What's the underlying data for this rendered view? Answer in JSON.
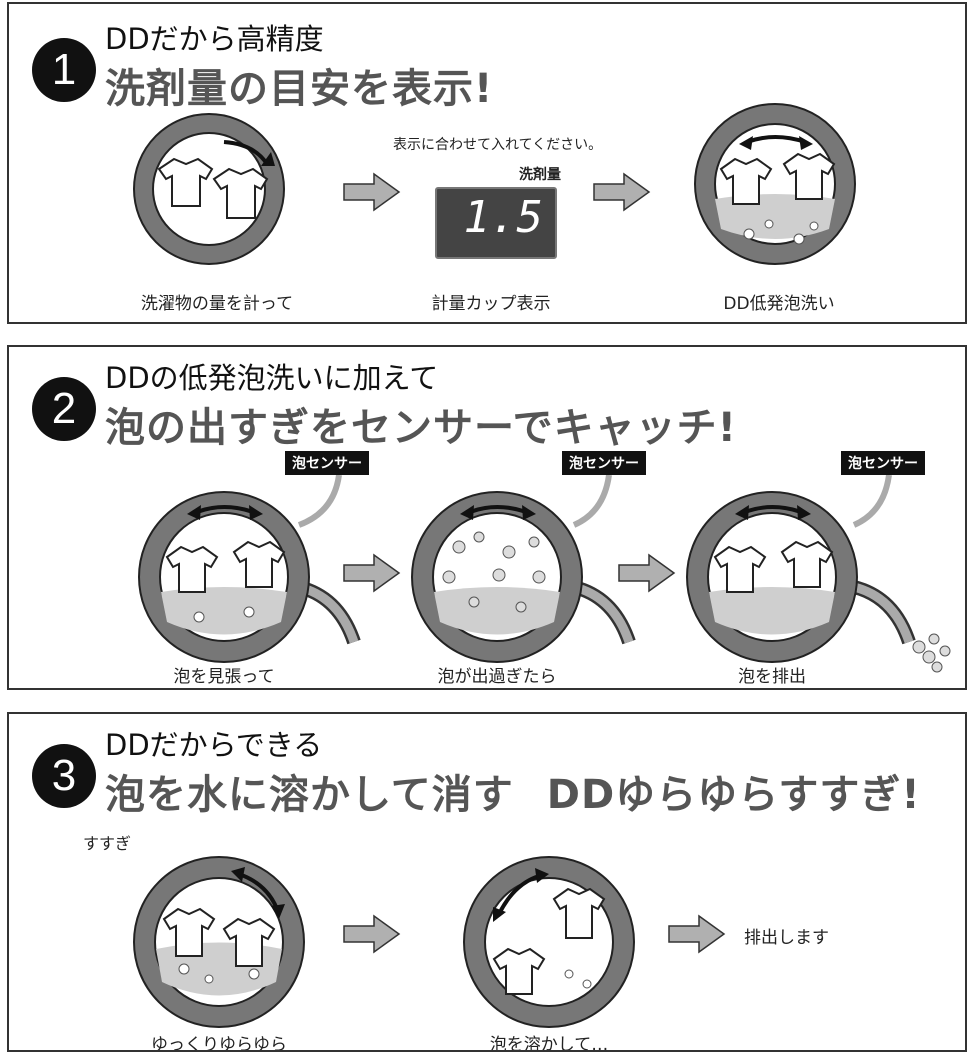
{
  "panel1": {
    "number": "1",
    "subtitle": "DDだから高精度",
    "title": "洗剤量の目安を表示!",
    "instruction": "表示に合わせて入れてください。",
    "display_label": "洗剤量",
    "display_value": "1.5",
    "captions": [
      "洗濯物の量を計って",
      "計量カップ表示",
      "DD低発泡洗い"
    ]
  },
  "panel2": {
    "number": "2",
    "subtitle": "DDの低発泡洗いに加えて",
    "title": "泡の出すぎをセンサーでキャッチ!",
    "sensor_label": "泡センサー",
    "captions": [
      "泡を見張って",
      "泡が出過ぎたら",
      "泡を排出"
    ]
  },
  "panel3": {
    "number": "3",
    "subtitle": "DDだからできる",
    "title_main": "泡を水に溶かして消す",
    "title_tail": "DDゆらゆらすすぎ!",
    "rinse_label": "すすぎ",
    "drain_label": "排出します",
    "captions": [
      "ゆっくりゆらゆら",
      "泡を溶かして…"
    ]
  },
  "colors": {
    "ring": "#777777",
    "arrow_fill": "#b0b0b0",
    "water": "#cfcfcf",
    "title_gray": "#555555"
  },
  "icons": [
    "drum-icon",
    "right-arrow-icon",
    "rotation-arrow-icon",
    "bubble-icon",
    "shirt-icon",
    "sensor-hose-icon"
  ]
}
